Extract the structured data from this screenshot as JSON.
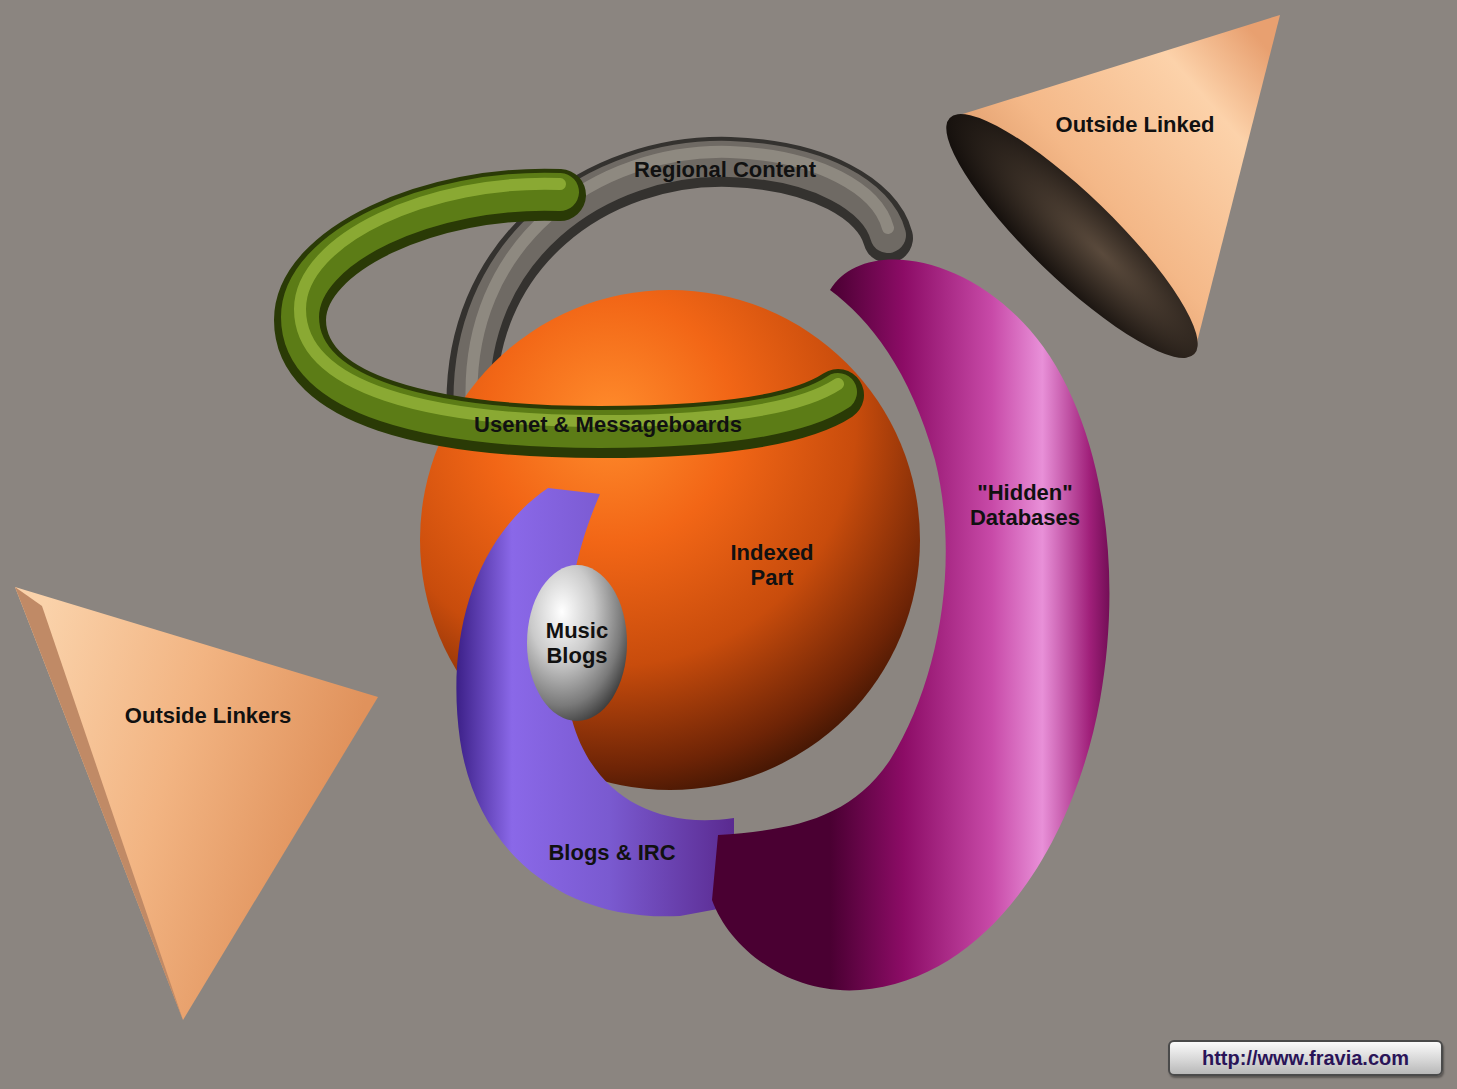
{
  "diagram": {
    "nodes": [
      {
        "text": [
          "Outside Linked"
        ]
      },
      {
        "text": [
          "Regional Content"
        ]
      },
      {
        "text": [
          "Usenet & Messageboards"
        ]
      },
      {
        "text": [
          "\"Hidden\" Databases"
        ]
      },
      {
        "text": [
          "Indexed Part"
        ]
      },
      {
        "text": [
          "Music Blogs"
        ]
      },
      {
        "text": [
          "Outside Linkers"
        ]
      },
      {
        "text": [
          "Blogs & IRC"
        ]
      }
    ],
    "edges": [],
    "labels": [
      "http://www.fravia.com"
    ]
  }
}
